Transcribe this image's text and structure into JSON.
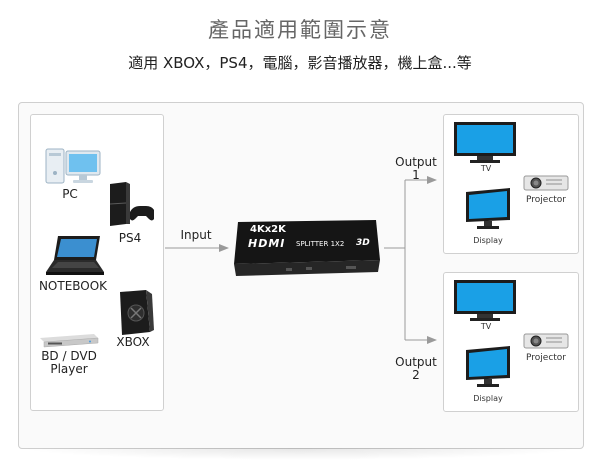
{
  "header": {
    "title": "產品適用範圍示意",
    "subtitle": "適用 XBOX，PS4，電腦，影音播放器，機上盒...等"
  },
  "sources": {
    "pc": "PC",
    "ps4": "PS4",
    "notebook": "NOTEBOOK",
    "xbox": "XBOX",
    "bd_line1": "BD / DVD",
    "bd_line2": "Player"
  },
  "input_label": "Input",
  "splitter": {
    "line1": "4Kx2K",
    "brand": "HDMI",
    "line2": "SPLITTER 1X2",
    "badge": "3D"
  },
  "outputs": [
    {
      "label": "Output 1",
      "tv": "TV",
      "projector": "Projector",
      "display": "Display"
    },
    {
      "label": "Output 2",
      "tv": "TV",
      "projector": "Projector",
      "display": "Display"
    }
  ],
  "colors": {
    "line": "#9a9a9a",
    "screen": "#1aa0e6",
    "device": "#1c1c1c"
  }
}
